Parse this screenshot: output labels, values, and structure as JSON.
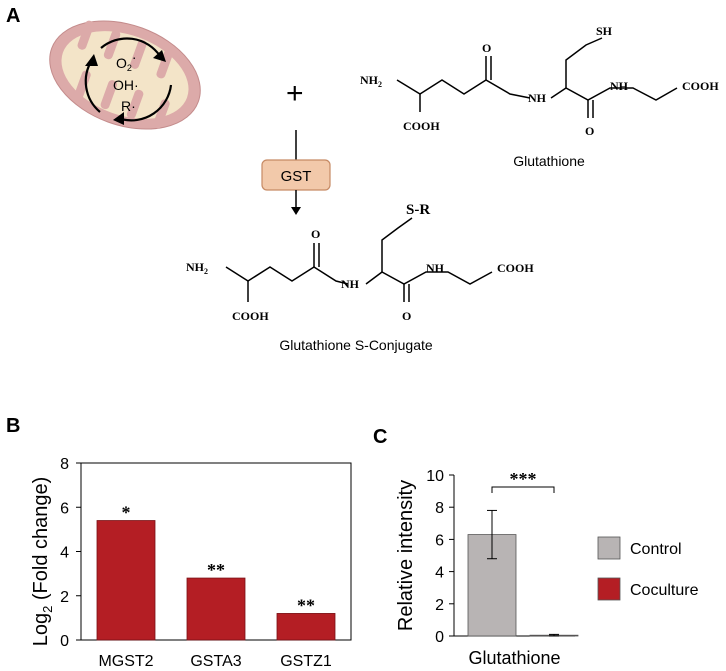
{
  "panels": {
    "a": {
      "label": "A"
    },
    "b": {
      "label": "B"
    },
    "c": {
      "label": "C"
    }
  },
  "scheme": {
    "ros": {
      "o2": "O",
      "o2_sub": "2",
      "o2_dot": "·",
      "oh": "OH·",
      "r": "R·"
    },
    "plus": "+",
    "enzyme": "GST",
    "glutathione": {
      "name": "Glutathione",
      "nh2": "NH",
      "nh2_sub": "2",
      "cooh_bottom": "COOH",
      "o_top": "O",
      "nh_mid": "NH",
      "sh": "SH",
      "o_bottom": "O",
      "nh_right": "NH",
      "cooh_right": "COOH"
    },
    "conjugate": {
      "name": "Glutathione S-Conjugate",
      "nh2": "NH",
      "nh2_sub": "2",
      "cooh_bottom": "COOH",
      "o_top": "O",
      "nh_mid": "NH",
      "sr": "S-R",
      "o_bottom": "O",
      "nh_right": "NH",
      "cooh_right": "COOH"
    }
  },
  "colors": {
    "coculture": "#b41e24",
    "control": "#b8b4b4",
    "gst_box": "#f2c9aa",
    "gst_border": "#c68a64",
    "mito_outer": "#dcaaa9",
    "mito_inner": "#f3e4c8"
  },
  "chart_data": [
    {
      "panel": "B",
      "type": "bar",
      "categories": [
        "MGST2",
        "GSTA3",
        "GSTZ1"
      ],
      "values": [
        5.4,
        2.8,
        1.2
      ],
      "significance": [
        "*",
        "**",
        "**"
      ],
      "ylabel": "Log",
      "ylabel_sub": "2",
      "ylabel_rest": " (Fold change)",
      "xlabel": "",
      "ylim": [
        0,
        8
      ],
      "yticks": [
        0,
        2,
        4,
        6,
        8
      ],
      "grid": false
    },
    {
      "panel": "C",
      "type": "bar",
      "categories": [
        "Glutathione"
      ],
      "series": [
        {
          "name": "Control",
          "values": [
            6.3
          ],
          "error": [
            1.5
          ]
        },
        {
          "name": "Coculture",
          "values": [
            0.05
          ],
          "error": [
            0.05
          ]
        }
      ],
      "significance": "***",
      "ylabel": "Relative intensity",
      "xlabel": "",
      "ylim": [
        0,
        10
      ],
      "yticks": [
        0,
        2,
        4,
        6,
        8,
        10
      ],
      "grid": false,
      "legend": "right"
    }
  ]
}
